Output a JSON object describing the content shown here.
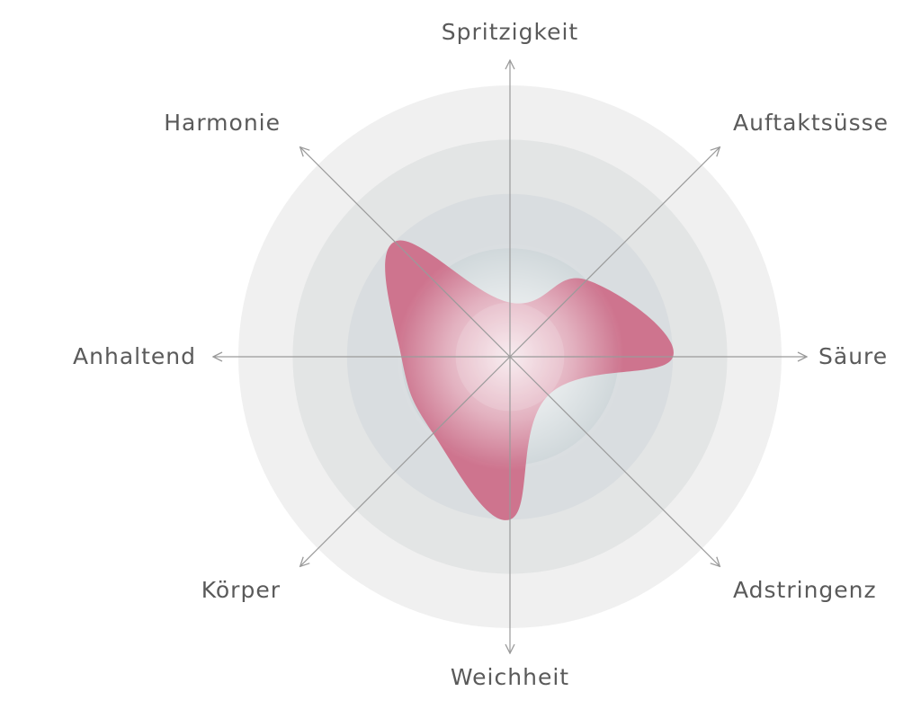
{
  "chart_data": {
    "type": "radar",
    "title": "",
    "axes": [
      "Spritzigkeit",
      "Auftaktsüsse",
      "Säure",
      "Adstringenz",
      "Weichheit",
      "Körper",
      "Anhaltend",
      "Harmonie"
    ],
    "rlim": [
      0,
      5
    ],
    "levels": 5,
    "series": [
      {
        "values": [
          1,
          2,
          3,
          1,
          3,
          2,
          2,
          3
        ],
        "color": "#cc6582"
      }
    ],
    "ring_colors": [
      "#f0f0f0",
      "#e3e5e5",
      "#d9dde0",
      "#ced6d9"
    ],
    "grid": true,
    "smooth": true
  }
}
